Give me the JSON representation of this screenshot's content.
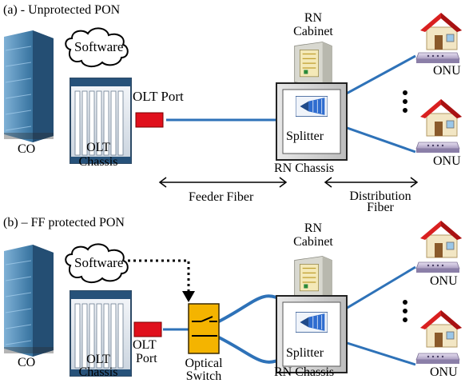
{
  "panel_a": {
    "title": "(a) - Unprotected PON",
    "software": "Software",
    "olt_port": "OLT Port",
    "co": "CO",
    "olt_chassis": [
      "OLT",
      "Chassis"
    ],
    "rn_cabinet": [
      "RN",
      "Cabinet"
    ],
    "splitter": "Splitter",
    "rn_chassis": "RN Chassis",
    "onu": [
      "ONU",
      "ONU"
    ],
    "feeder_fiber": "Feeder Fiber",
    "distribution_fiber": [
      "Distribution",
      "Fiber"
    ]
  },
  "panel_b": {
    "title": "(b) – FF protected PON",
    "software": "Software",
    "olt_port": [
      "OLT",
      "Port"
    ],
    "optical_switch": [
      "Optical",
      "Switch"
    ],
    "co": "CO",
    "olt_chassis": [
      "OLT",
      "Chassis"
    ],
    "rn_cabinet": [
      "RN",
      "Cabinet"
    ],
    "splitter": "Splitter",
    "rn_chassis": "RN Chassis",
    "onu": [
      "ONU",
      "ONU"
    ]
  },
  "colors": {
    "fiber": "#2e72b8",
    "olt_port": "#e0101c",
    "switch": "#f4b400",
    "roof": "#d92020",
    "building": "#3a6e96"
  },
  "icons": [
    "building-icon",
    "cloud-icon",
    "olt-chassis-icon",
    "cabinet-icon",
    "splitter-icon",
    "house-icon",
    "onu-device-icon",
    "optical-switch-icon"
  ]
}
